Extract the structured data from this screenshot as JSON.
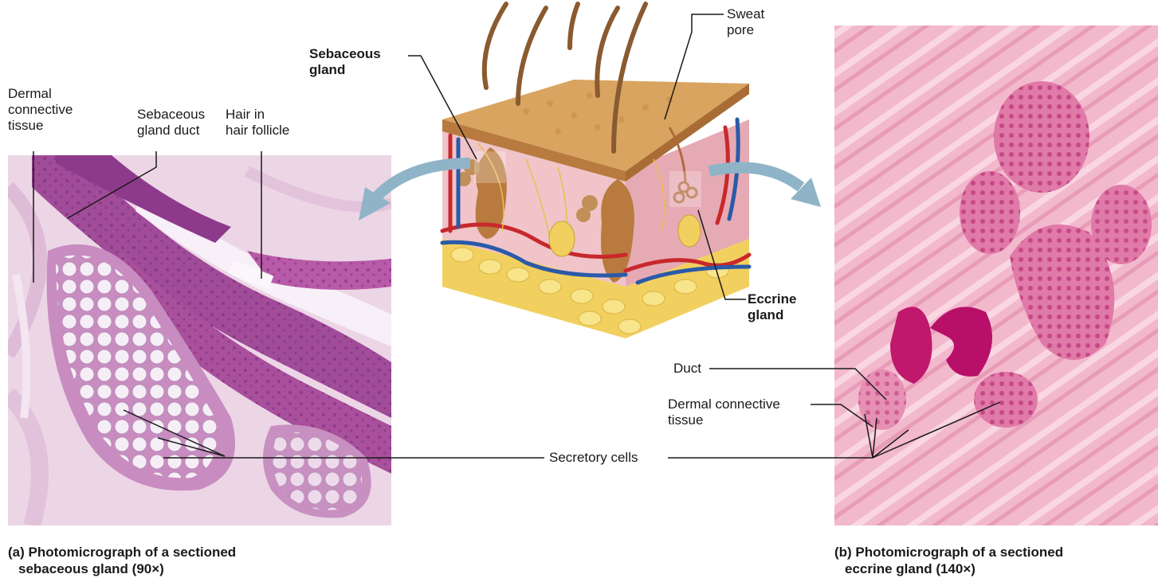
{
  "labels": {
    "sweat_pore": [
      "Sweat",
      "pore"
    ],
    "sebaceous_gland": [
      "Sebaceous",
      "gland"
    ],
    "dermal_connective_tissue_left": [
      "Dermal",
      "connective",
      "tissue"
    ],
    "sebaceous_gland_duct": [
      "Sebaceous",
      "gland duct"
    ],
    "hair_in_follicle": [
      "Hair in",
      "hair follicle"
    ],
    "eccrine_gland": [
      "Eccrine",
      "gland"
    ],
    "duct": "Duct",
    "dermal_connective_tissue_right": [
      "Dermal connective",
      "tissue"
    ],
    "secretory_cells": "Secretory cells"
  },
  "captions": {
    "a": [
      "(a) Photomicrograph of a sectioned",
      "sebaceous gland (90×)"
    ],
    "b": [
      "(b) Photomicrograph of a sectioned",
      "eccrine gland (140×)"
    ]
  },
  "colors": {
    "stain_light": "#e8c8dc",
    "stain_dark": "#9a3c8c",
    "eosin_pink": "#f2b8cc",
    "nucleus_magenta": "#b0206a",
    "skin_tan": "#c89a5a",
    "dermis_pink": "#f0c4c8",
    "fat_yellow": "#f2d060",
    "artery_red": "#c8282c",
    "vein_blue": "#2a5aa8",
    "arrow_blue": "#8fb4c8"
  }
}
